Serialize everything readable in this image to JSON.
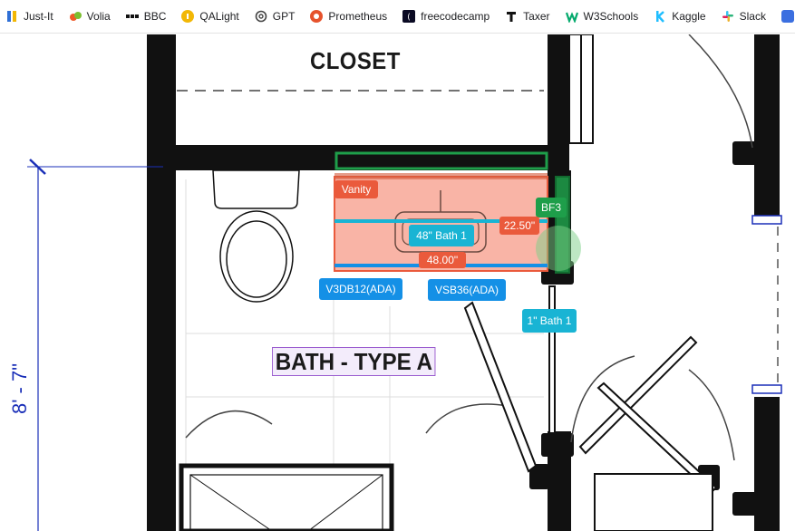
{
  "bookmarks": [
    {
      "label": "Just-It",
      "icon": "just-it-icon",
      "color": "#2f6fd6"
    },
    {
      "label": "Volia",
      "icon": "volia-icon",
      "color": "#f05a28"
    },
    {
      "label": "BBC",
      "icon": "bbc-icon",
      "color": "#111111"
    },
    {
      "label": "QALight",
      "icon": "qalight-icon",
      "color": "#f2b705"
    },
    {
      "label": "GPT",
      "icon": "gpt-icon",
      "color": "#444444"
    },
    {
      "label": "Prometheus",
      "icon": "prometheus-icon",
      "color": "#e6522c"
    },
    {
      "label": "freecodecamp",
      "icon": "freecodecamp-icon",
      "color": "#0a0a23"
    },
    {
      "label": "Taxer",
      "icon": "taxer-icon",
      "color": "#111111"
    },
    {
      "label": "W3Schools",
      "icon": "w3schools-icon",
      "color": "#04aa6d"
    },
    {
      "label": "Kaggle",
      "icon": "kaggle-icon",
      "color": "#20beff"
    },
    {
      "label": "Slack",
      "icon": "slack-icon",
      "color": "#e01e5a"
    }
  ],
  "plan": {
    "closet_label": "CLOSET",
    "bath_label": "BATH - TYPE A",
    "dimension_label": "8' - 7\""
  },
  "annotations": {
    "vanity": "Vanity",
    "bf3": "BF3",
    "width_22": "22.50\"",
    "bath_48": "48\" Bath 1",
    "width_48": "48.00\"",
    "v3db12": "V3DB12(ADA)",
    "vsb36": "VSB36(ADA)",
    "bath_1": "1\" Bath 1"
  },
  "colors": {
    "vanity_fill": "#f9b4a6",
    "vanity_border": "#ea5a3c",
    "green": "#1e9e4a",
    "cyan": "#19b4d4",
    "blue": "#1490e6",
    "dimension": "#1a2fb8",
    "bath_label_border": "#9a5ccf"
  }
}
